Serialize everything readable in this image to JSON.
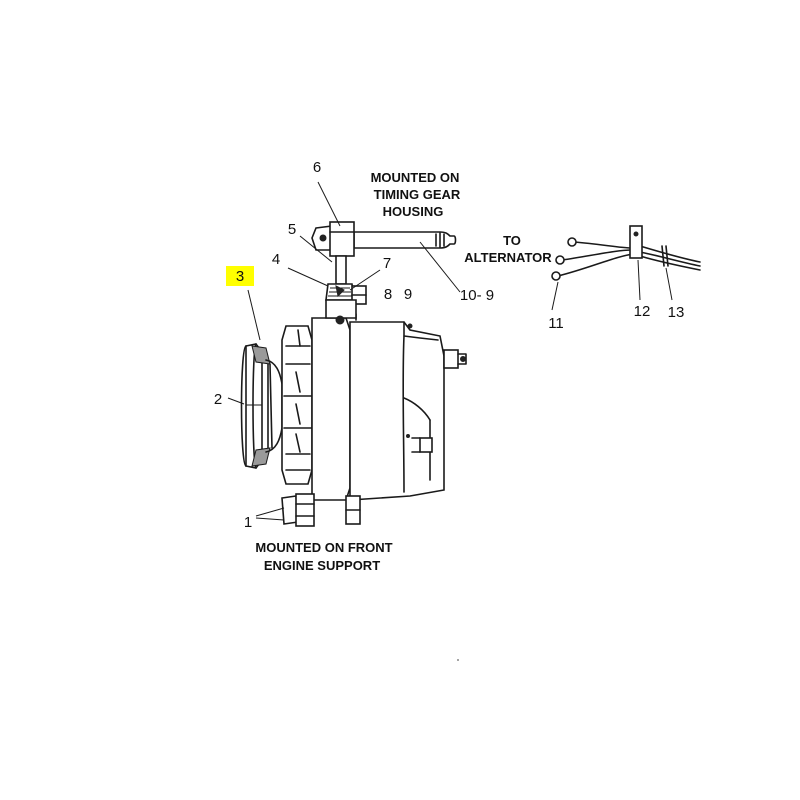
{
  "callouts": {
    "c1": "1",
    "c2": "2",
    "c3": "3",
    "c4": "4",
    "c5": "5",
    "c6": "6",
    "c7": "7",
    "c8": "8",
    "c9": "9",
    "c10_9": "10- 9",
    "c11": "11",
    "c12": "12",
    "c13": "13"
  },
  "captions": {
    "timing_gear_line1": "MOUNTED ON",
    "timing_gear_line2": "TIMING GEAR",
    "timing_gear_line3": "HOUSING",
    "alternator_line1": "TO",
    "alternator_line2": "ALTERNATOR",
    "front_support_line1": "MOUNTED ON FRONT",
    "front_support_line2": "ENGINE SUPPORT"
  },
  "highlight_color": "#ffff00"
}
